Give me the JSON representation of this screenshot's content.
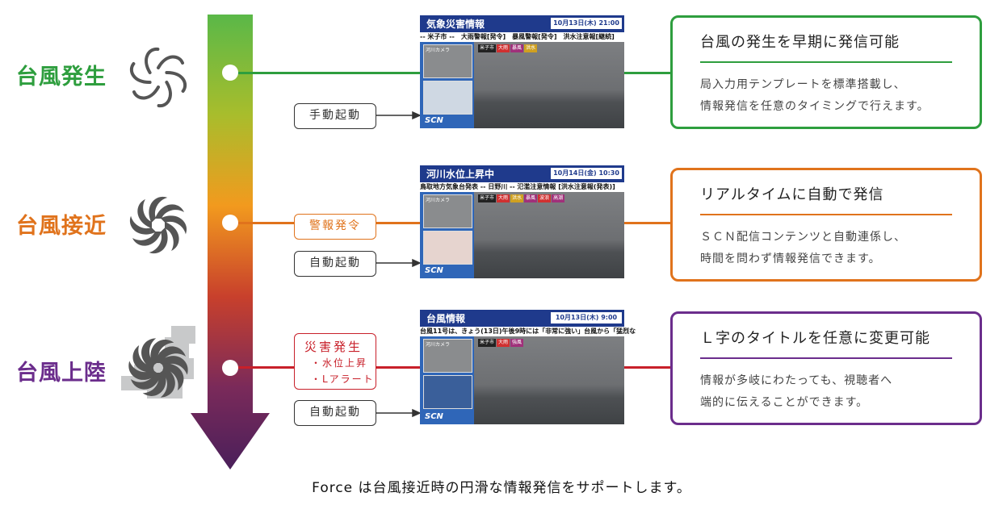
{
  "stages": [
    {
      "label": "台風発生",
      "color": "#2e9e3e"
    },
    {
      "label": "台風接近",
      "color": "#e0731c"
    },
    {
      "label": "台風上陸",
      "color": "#6b2d8c"
    }
  ],
  "triggers": {
    "manual": "手動起動",
    "warning": "警報発令",
    "auto_1": "自動起動",
    "disaster_head": "災害発生",
    "disaster_sub_1": "・水位上昇",
    "disaster_sub_2": "・Lアラート",
    "auto_2": "自動起動"
  },
  "screens": [
    {
      "title": "気象災害情報",
      "date": "10月13日(木) 21:00",
      "ticker": "-- 米子市 --　大雨警報[発令]　暴風警報[発令]　洪水注意報[継続]",
      "camera": "河川カメラ",
      "tags": [
        {
          "t": "米子市",
          "c": "#222"
        },
        {
          "t": "大雨",
          "c": "#d03030"
        },
        {
          "t": "暴風",
          "c": "#a0307a"
        },
        {
          "t": "洪水",
          "c": "#d0a020"
        }
      ],
      "logo": "SCN"
    },
    {
      "title": "河川水位上昇中",
      "date": "10月14日(金) 10:30",
      "ticker": "鳥取地方気象台発表 -- 日野川 -- 氾濫注意情報 [洪水注意報(発表)]",
      "camera": "河川カメラ",
      "tags": [
        {
          "t": "米子市",
          "c": "#222"
        },
        {
          "t": "大雨",
          "c": "#d03030"
        },
        {
          "t": "洪水",
          "c": "#d0a020"
        },
        {
          "t": "暴風",
          "c": "#a0307a"
        },
        {
          "t": "波浪",
          "c": "#d03030"
        },
        {
          "t": "高潮",
          "c": "#a0307a"
        }
      ],
      "logo": "SCN"
    },
    {
      "title": "台風情報",
      "date": "10月13日(木) 9:00",
      "ticker": "台風11号は、きょう(13日)午後9時には「非常に強い」台風から「猛烈な",
      "camera": "河川カメラ",
      "tags": [
        {
          "t": "米子市",
          "c": "#222"
        },
        {
          "t": "大雨",
          "c": "#d03030"
        },
        {
          "t": "強風",
          "c": "#a0307a"
        }
      ],
      "logo": "SCN"
    }
  ],
  "cards": [
    {
      "title": "台風の発生を早期に発信可能",
      "line1": "局入力用テンプレートを標準搭載し、",
      "line2": "情報発信を任意のタイミングで行えます。",
      "color": "#2e9e3e"
    },
    {
      "title": "リアルタイムに自動で発信",
      "line1": "ＳＣＮ配信コンテンツと自動連係し、",
      "line2": "時間を問わず情報発信できます。",
      "color": "#e0731c"
    },
    {
      "title": "Ｌ字のタイトルを任意に変更可能",
      "line1": "情報が多岐にわたっても、視聴者へ",
      "line2": "端的に伝えることができます。",
      "color": "#6b2d8c"
    }
  ],
  "caption": "Force は台風接近時の円滑な情報発信をサポートします。"
}
